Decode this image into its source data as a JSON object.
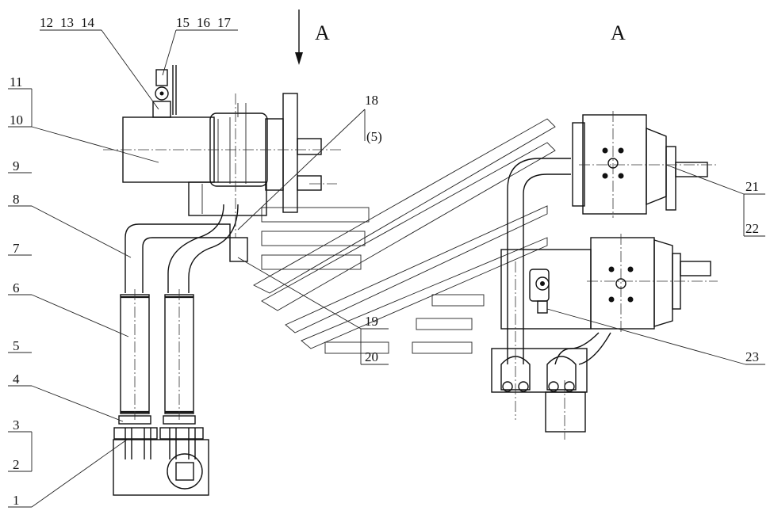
{
  "view_marks": {
    "arrow_label": "A",
    "view_label": "A"
  },
  "callouts": {
    "c1": "1",
    "c2": "2",
    "c3": "3",
    "c4": "4",
    "c5": "5",
    "c6": "6",
    "c7": "7",
    "c8": "8",
    "c9": "9",
    "c10": "10",
    "c11": "11",
    "c12": "12",
    "c13": "13",
    "c14": "14",
    "c15": "15",
    "c16": "16",
    "c17": "17",
    "c18": "18",
    "c18_ref": "(5)",
    "c19": "19",
    "c20": "20",
    "c21": "21",
    "c22": "22",
    "c23": "23"
  }
}
